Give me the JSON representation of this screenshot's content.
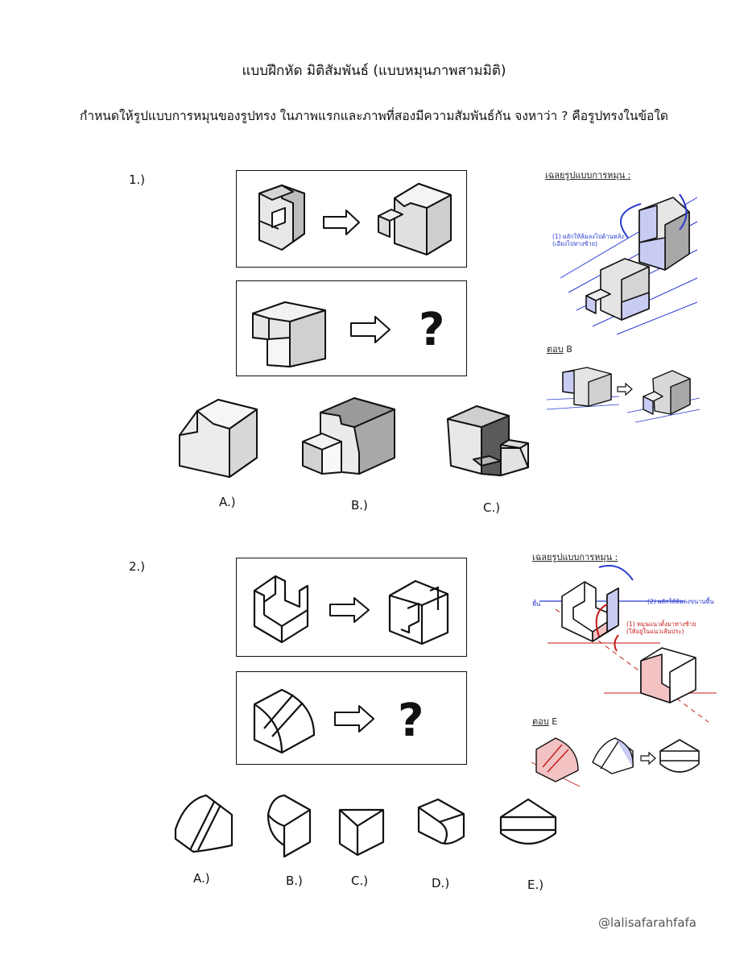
{
  "page": {
    "title": "แบบฝึกหัด มิติสัมพันธ์ (แบบหมุนภาพสามมิติ)",
    "instruction": "กำหนดให้รูปแบบการหมุนของรูปทรง ในภาพแรกและภาพที่สองมีความสัมพันธ์กัน จงหาว่า ? คือรูปทรงในข้อใด",
    "credit": "@lalisafarahfafa"
  },
  "q1": {
    "number": "1.)",
    "question_mark": "?",
    "options": [
      "A.)",
      "B.)",
      "C.)"
    ],
    "solution": {
      "title": "เฉลยรูปแบบการหมุน :",
      "note": [
        "(1) ผลักให้ล้มลงไปด้านหลัง",
        "(เอียงไปทางซ้าย)"
      ],
      "answer_prefix": "ตอบ",
      "answer": "B"
    }
  },
  "q2": {
    "number": "2.)",
    "question_mark": "?",
    "options": [
      "A.)",
      "B.)",
      "C.)",
      "D.)",
      "E.)"
    ],
    "solution": {
      "title": "เฉลยรูปแบบการหมุน :",
      "floor_label": "พื้น",
      "note_blue": "(2) ผลักให้ล้มลงขนานพื้น",
      "note_red": [
        "(1) หมุนแนวตั้งมาทางซ้าย",
        "(ให้อยู่ในแนวเส้นประ)"
      ],
      "answer_prefix": "ตอบ",
      "answer": "E"
    }
  },
  "colors": {
    "blue": "#2a3bd1",
    "red": "#c41a1a",
    "face_light": "#ececec",
    "face_mid": "#d2d2d2",
    "face_dark": "#a6a6a6"
  }
}
